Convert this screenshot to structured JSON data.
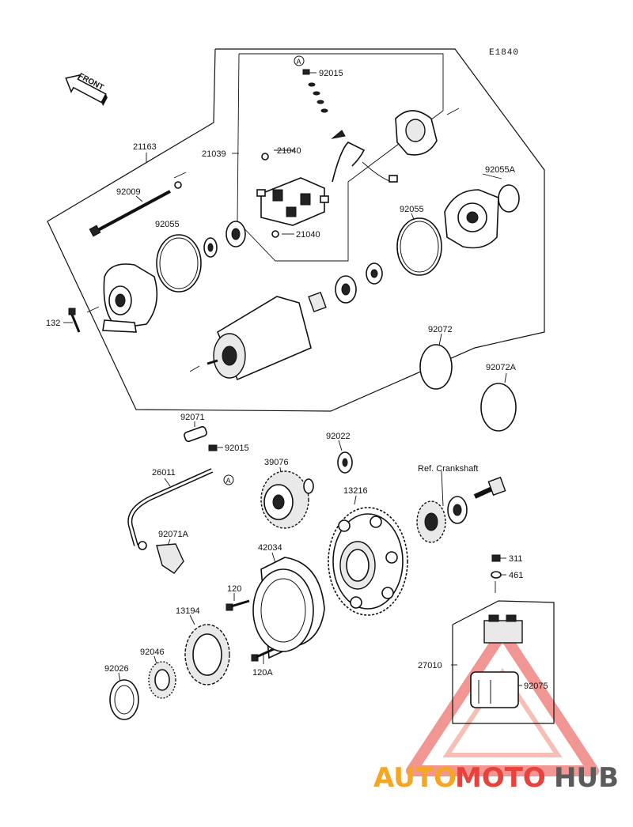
{
  "diagram_code": "E1840",
  "front_label": "FRONT",
  "reference_label": "Ref. Crankshaft",
  "callout_a": "A",
  "parts": {
    "p21163": "21163",
    "p21039": "21039",
    "p92015_top": "92015",
    "p21040_top": "21040",
    "p21040_bottom": "21040",
    "p92009": "92009",
    "p92055_left": "92055",
    "p92055_right": "92055",
    "p92055A": "92055A",
    "p132": "132",
    "p92072": "92072",
    "p92072A": "92072A",
    "p92071": "92071",
    "p92015_mid": "92015",
    "p92022": "92022",
    "p26011": "26011",
    "p39076": "39076",
    "p13216": "13216",
    "p92071A": "92071A",
    "p42034": "42034",
    "p120": "120",
    "p120A": "120A",
    "p13194": "13194",
    "p92046": "92046",
    "p92026": "92026",
    "p311": "311",
    "p461": "461",
    "p27010": "27010",
    "p92075": "92075"
  },
  "watermark": {
    "part1": "AUTO",
    "part2": "MOTO",
    "part3": "HUB",
    "color_orange": "#f5a623",
    "color_red": "#e8423c",
    "color_grey": "#5b5b5b"
  }
}
